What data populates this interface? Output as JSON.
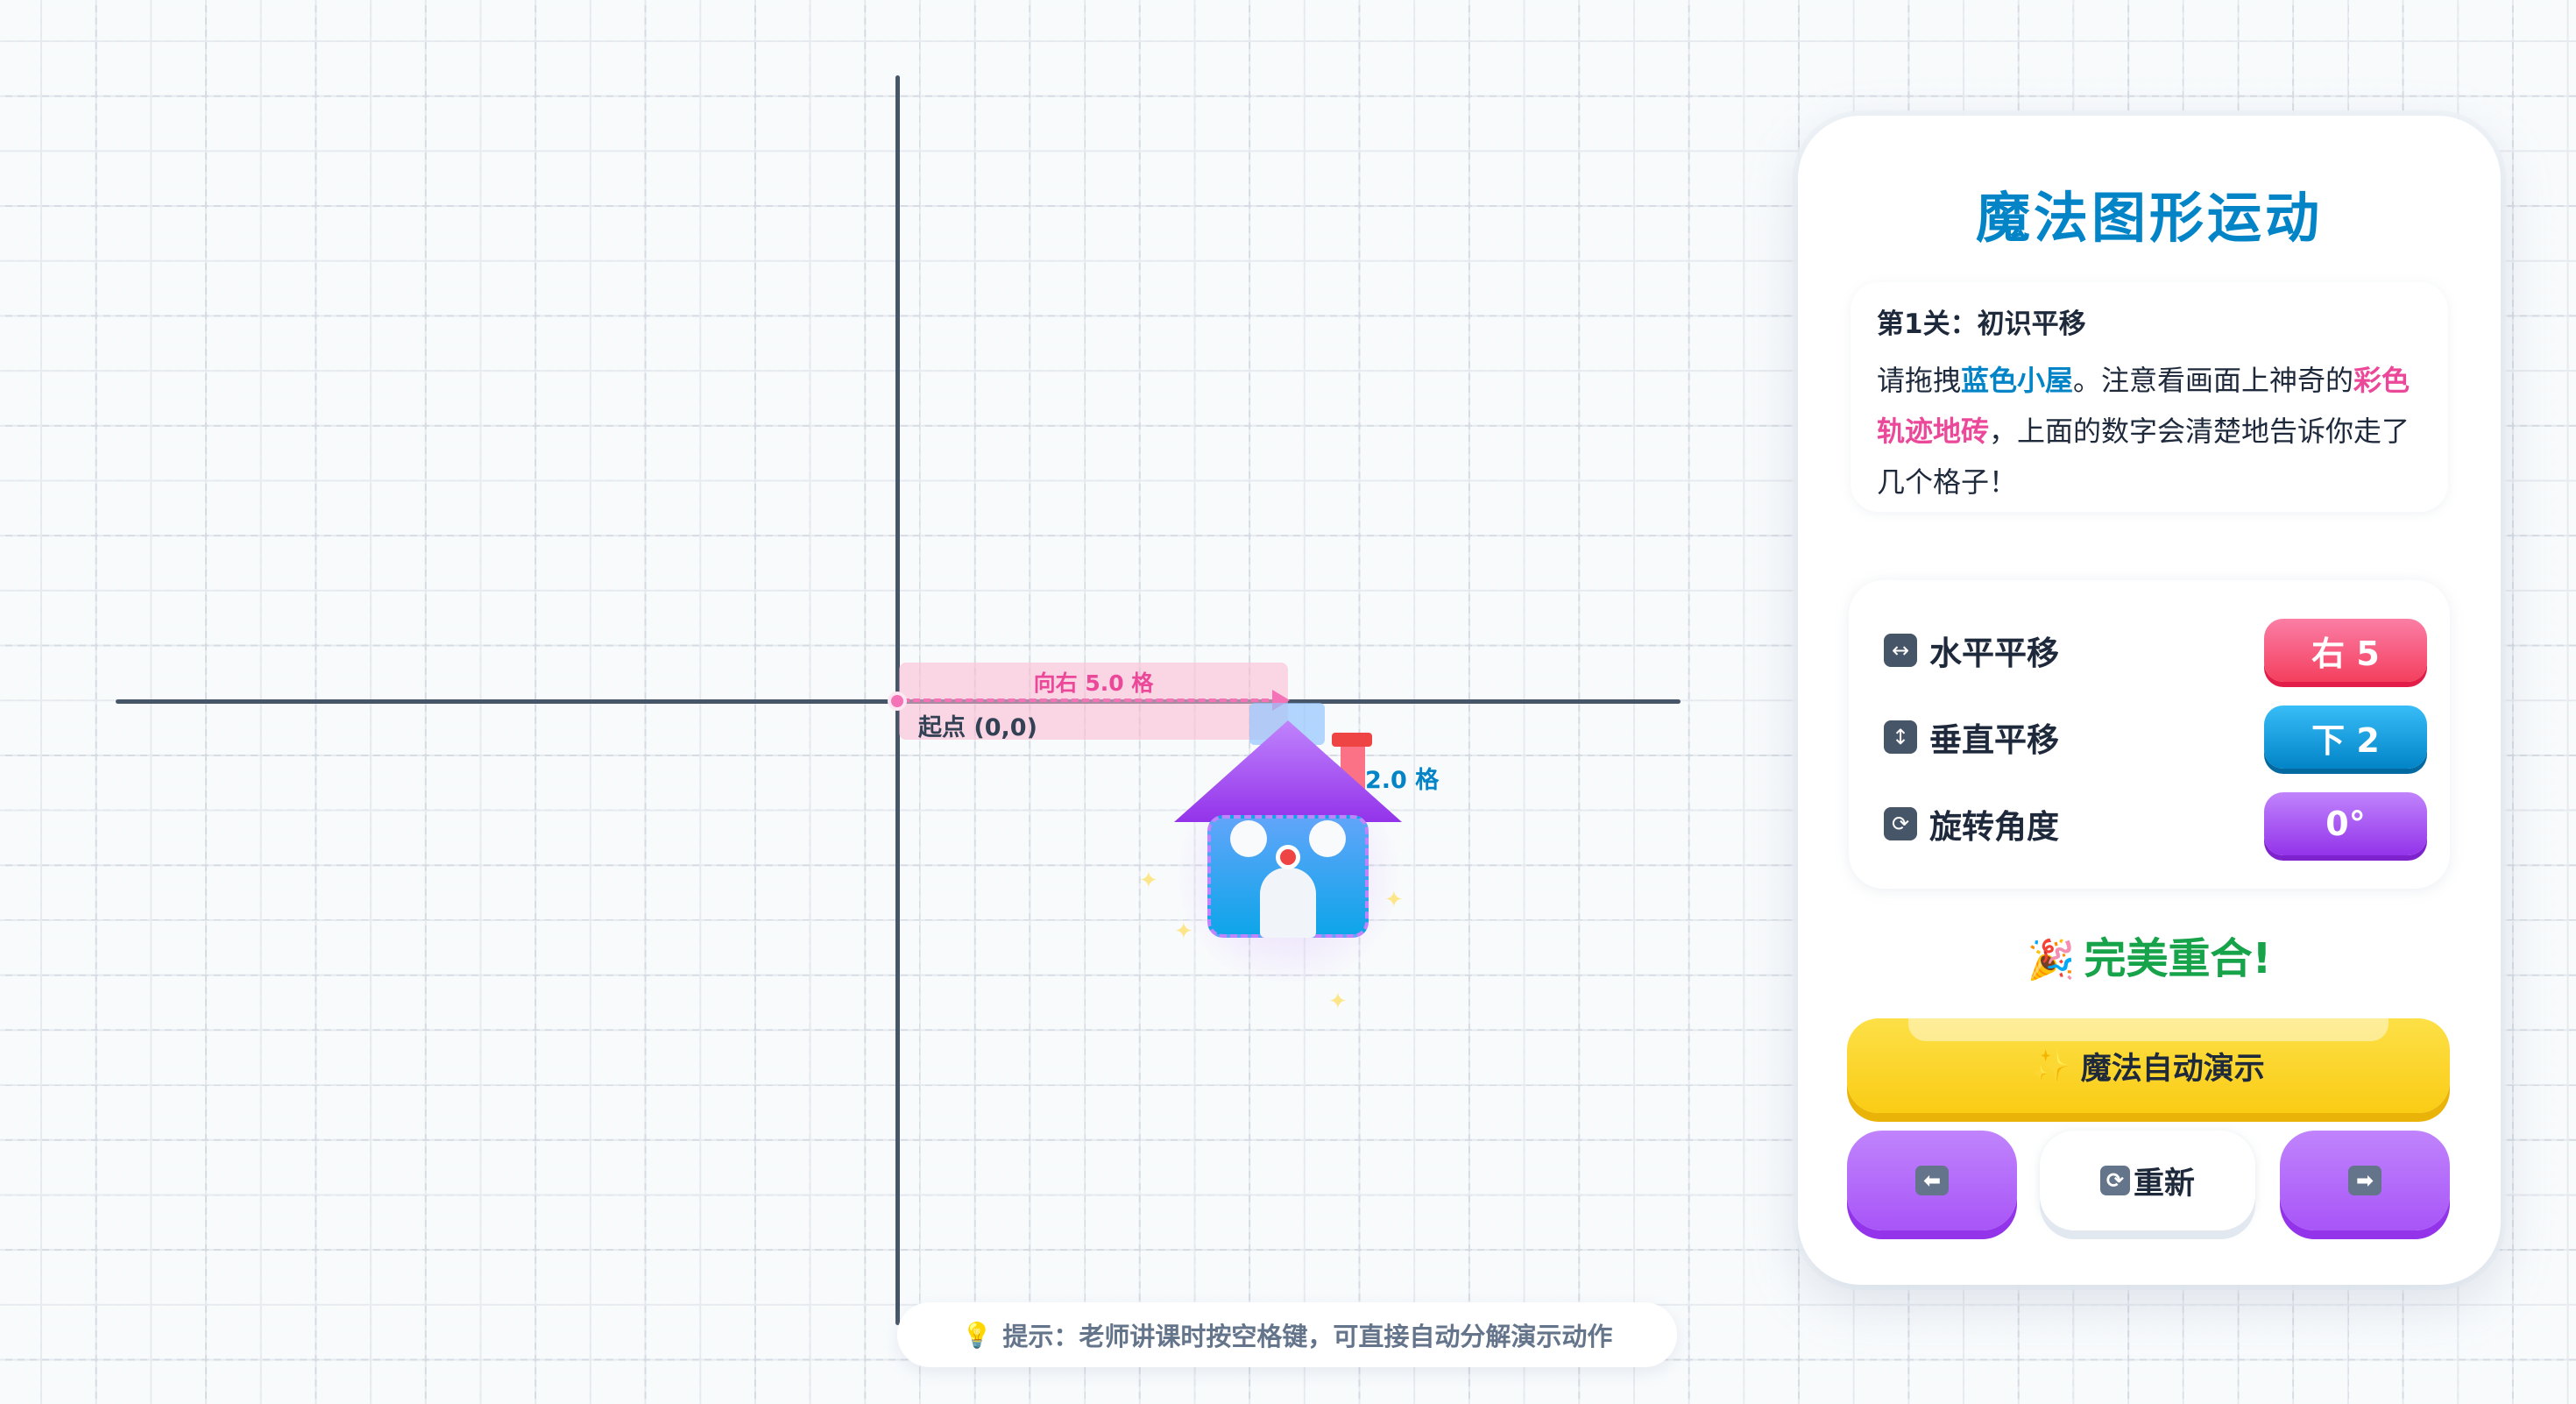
{
  "canvas": {
    "track_horizontal_label": "向右 5.0 格",
    "origin_label": "起点 (0,0)",
    "track_vertical_label": "2.0 格"
  },
  "hint": {
    "icon": "lightbulb-icon",
    "text": "提示：老师讲课时按空格键，可直接自动分解演示动作"
  },
  "panel": {
    "title": "魔法图形运动",
    "mission": {
      "title": "第1关：初识平移",
      "text_1": "请拖拽",
      "highlight_1": "蓝色小屋",
      "text_2": "。注意看画面上神奇的",
      "highlight_2": "彩色轨迹地砖",
      "text_3": "，上面的数字会清楚地告诉你走了几个格子！"
    },
    "stats": [
      {
        "icon": "left-right-arrow-icon",
        "label": "水平平移",
        "value": "右 5"
      },
      {
        "icon": "up-down-arrow-icon",
        "label": "垂直平移",
        "value": "下 2"
      },
      {
        "icon": "rotate-icon",
        "label": "旋转角度",
        "value": "0°"
      }
    ],
    "success_text": "完美重合!",
    "magic_button": "魔法自动演示",
    "reset_button": "重新"
  },
  "colors": {
    "title_blue": "#0284c7",
    "highlight_pink": "#ec4899",
    "success_green": "#16a34a",
    "magic_yellow": "#facc15",
    "nav_purple": "#a855f7"
  }
}
